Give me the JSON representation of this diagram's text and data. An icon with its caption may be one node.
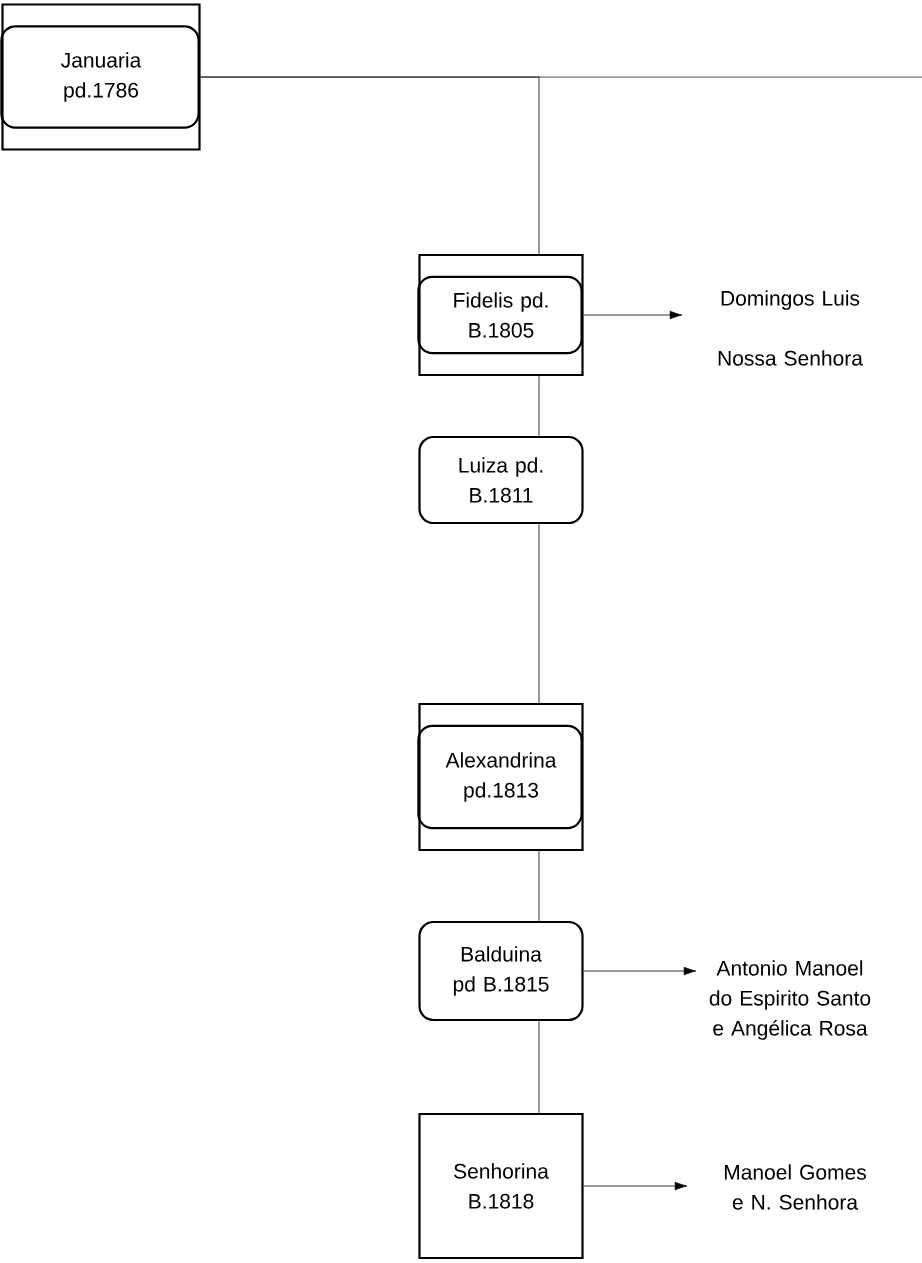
{
  "diagram": {
    "nodes": [
      {
        "text": [
          "Januaria pd.1786"
        ]
      },
      {
        "text": [
          "Fidelis pd. B.1805"
        ]
      },
      {
        "text": [
          "Luiza pd. B.1811"
        ]
      },
      {
        "text": [
          "Alexandrina pd.1813"
        ]
      },
      {
        "text": [
          "Balduina pd B.1815"
        ]
      },
      {
        "text": [
          "Senhorina B.1818"
        ]
      },
      {
        "text": [
          "Domingos Luis",
          "Nossa Senhora"
        ]
      },
      {
        "text": [
          "Antonio Manoel do Espirito Santo e Angélica Rosa"
        ]
      },
      {
        "text": [
          "Manoel Gomes e N. Senhora"
        ]
      }
    ],
    "edges": [
      {
        "from": 0,
        "to": null,
        "arrow": "none"
      },
      {
        "from": 0,
        "to": 1,
        "arrow": "none"
      },
      {
        "from": 1,
        "to": 2,
        "arrow": "none"
      },
      {
        "from": 2,
        "to": 3,
        "arrow": "none"
      },
      {
        "from": 3,
        "to": 4,
        "arrow": "none"
      },
      {
        "from": 4,
        "to": 5,
        "arrow": "none"
      },
      {
        "from": 1,
        "to": 6,
        "arrow": "to"
      },
      {
        "from": 4,
        "to": 7,
        "arrow": "to"
      },
      {
        "from": 5,
        "to": 8,
        "arrow": "to"
      }
    ]
  }
}
